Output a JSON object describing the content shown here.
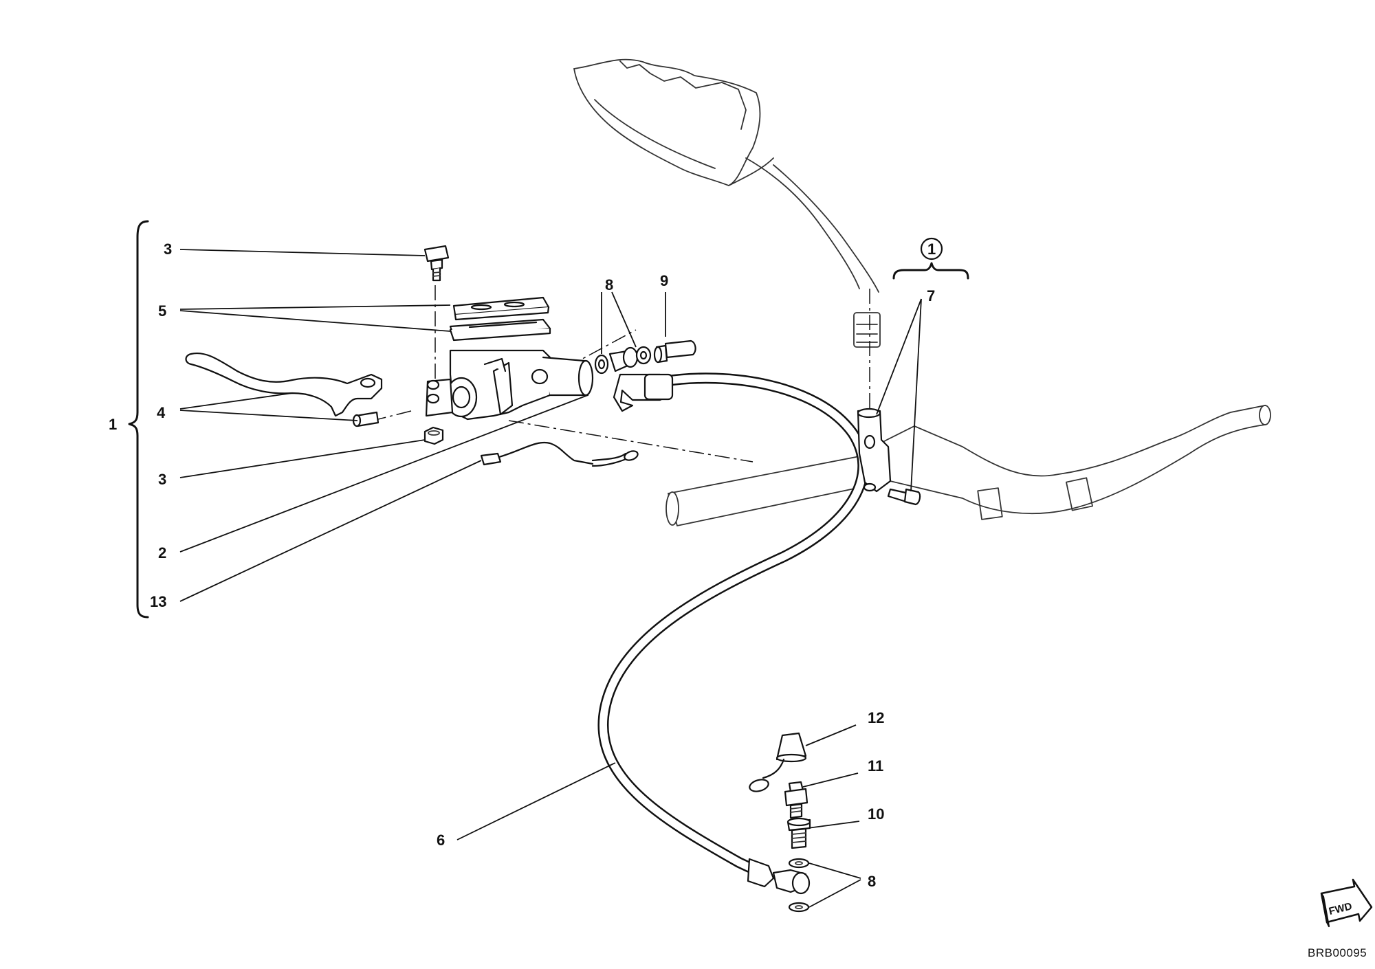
{
  "diagram": {
    "callouts": {
      "c1": "1",
      "c2": "2",
      "c3a": "3",
      "c3b": "3",
      "c4": "4",
      "c5": "5",
      "c6": "6",
      "c7": "7",
      "c7_ref": "1",
      "c8a": "8",
      "c8b": "8",
      "c9": "9",
      "c10": "10",
      "c11": "11",
      "c12": "12",
      "c13": "13"
    },
    "fwd_label": "FWD",
    "drawing_code": "BRB00095"
  }
}
